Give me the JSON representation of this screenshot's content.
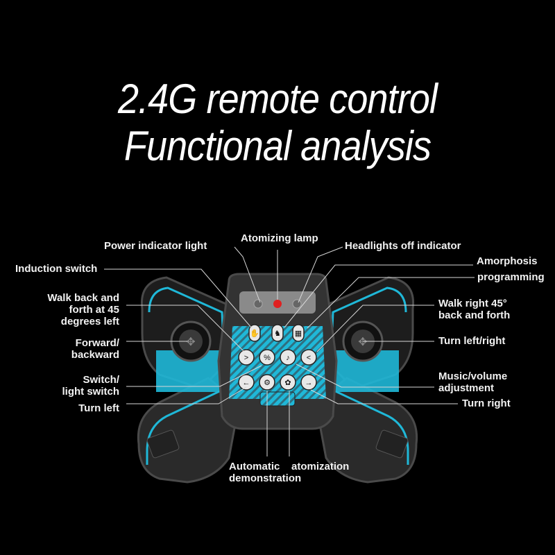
{
  "title": {
    "line1": "2.4G remote control",
    "line2": "Functional analysis"
  },
  "labels": {
    "power_indicator": "Power indicator light",
    "atomizing_lamp": "Atomizing lamp",
    "headlights_off": "Headlights off indicator",
    "induction_switch": "Induction switch",
    "amorphosis": "Amorphosis",
    "programming": "programming",
    "walk_back_left": [
      "Walk back and",
      "forth at 45",
      "degrees left"
    ],
    "forward_backward": [
      "Forward/",
      "backward"
    ],
    "switch_light": [
      "Switch/",
      "light switch"
    ],
    "turn_left": "Turn left",
    "walk_right": [
      "Walk right 45°",
      "back and forth"
    ],
    "turn_left_right": "Turn left/right",
    "music_volume": [
      "Music/volume",
      "adjustment"
    ],
    "turn_right": "Turn right",
    "automatic_demo": [
      "Automatic",
      "demonstration"
    ],
    "atomization": "atomization"
  },
  "colors": {
    "accent": "#1fb8d8",
    "body": "#3a3a3a",
    "lamp": "#e02020"
  }
}
